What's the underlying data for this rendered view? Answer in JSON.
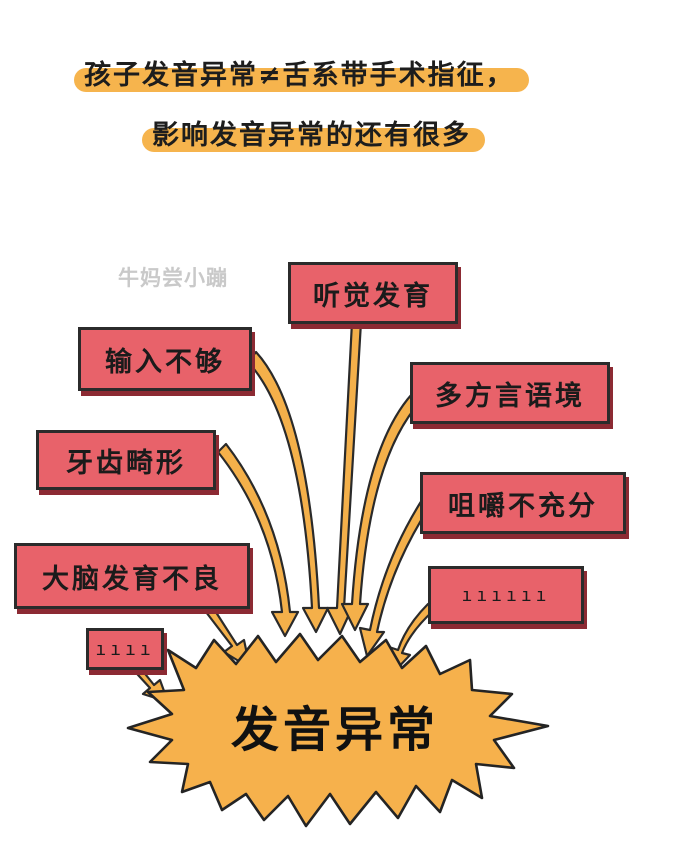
{
  "headline": {
    "line1": "孩子发音异常≠舌系带手术指征，",
    "line2": "影响发音异常的还有很多"
  },
  "watermark": "牛妈尝小蹦",
  "causes": {
    "hearing": "听觉发育",
    "insufficient_input": "输入不够",
    "multi_dialect": "多方言语境",
    "malocclusion": "牙齿畸形",
    "chewing": "咀嚼不充分",
    "brain": "大脑发育不良",
    "more_right": "ıııııı",
    "more_left": "ıııı"
  },
  "center": "发音异常",
  "colors": {
    "box_fill": "#e8626a",
    "box_shadow": "#8c2a33",
    "highlight": "#f6b44d",
    "arrow": "#f4b04a"
  }
}
